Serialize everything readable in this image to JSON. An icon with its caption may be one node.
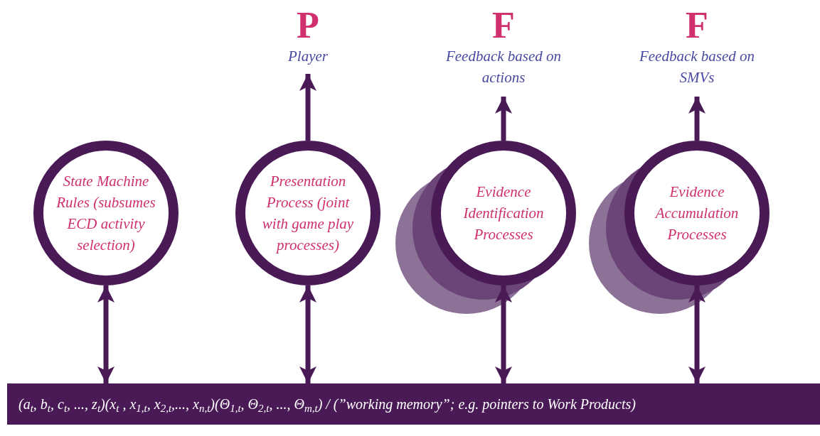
{
  "diagram": {
    "nodes": [
      {
        "text": [
          "State Machine Rules (subsumes ECD activity selection)"
        ]
      },
      {
        "text": [
          "Presentation Process (joint with game play processes)"
        ]
      },
      {
        "text": [
          "Evidence Identification Processes"
        ]
      },
      {
        "text": [
          "Evidence Accumulation Processes"
        ]
      },
      {
        "text": [
          "P",
          "Player"
        ]
      },
      {
        "text": [
          "F",
          "Feedback based on actions"
        ]
      },
      {
        "text": [
          "F",
          "Feedback based on SMVs"
        ]
      },
      {
        "text": [
          "(a$_{t}$, b$_{t}$, c$_{t}$, ..., z$_{t}$)(x$_{t}$ , x$_{1,t}$, x$_{2,t}$,..., x$_{n,t}$)(Θ$_{1,t}$, Θ$_{2,t}$, ..., Θ$_{m,t}$) / (”working memory”; e.g. pointers to Work Products)"
        ]
      }
    ],
    "edges": [
      {
        "from": 0,
        "to": 7,
        "arrow": "both"
      },
      {
        "from": 1,
        "to": 7,
        "arrow": "both"
      },
      {
        "from": 2,
        "to": 7,
        "arrow": "both"
      },
      {
        "from": 3,
        "to": 7,
        "arrow": "both"
      },
      {
        "from": 1,
        "to": 4,
        "arrow": "to"
      },
      {
        "from": 2,
        "to": 5,
        "arrow": "to"
      },
      {
        "from": 3,
        "to": 6,
        "arrow": "to"
      }
    ]
  }
}
